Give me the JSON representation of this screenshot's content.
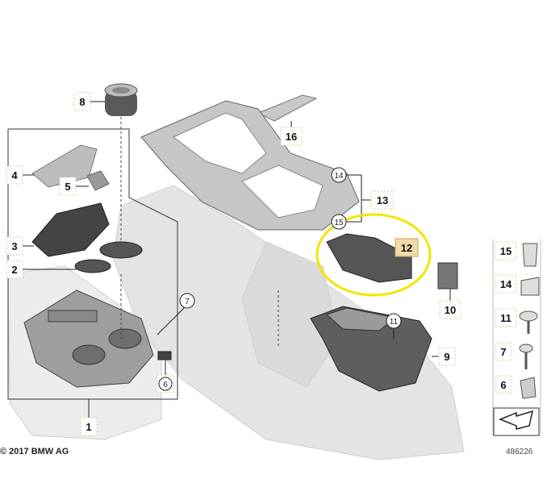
{
  "copyright": "© 2017 BMW AG",
  "diagram_number": "486226",
  "callouts": {
    "c1": "1",
    "c2": "2",
    "c3": "3",
    "c4": "4",
    "c5": "5",
    "c6": "6",
    "c7": "7",
    "c8": "8",
    "c9": "9",
    "c10": "10",
    "c11": "11",
    "c12": "12",
    "c13": "13",
    "c14": "14",
    "c15": "15",
    "c16": "16"
  },
  "legend": {
    "l15": "15",
    "l14": "14",
    "l11": "11",
    "l7": "7",
    "l6": "6"
  },
  "highlight_color": "#f3e600",
  "label_box_color": "#f2d9a8"
}
